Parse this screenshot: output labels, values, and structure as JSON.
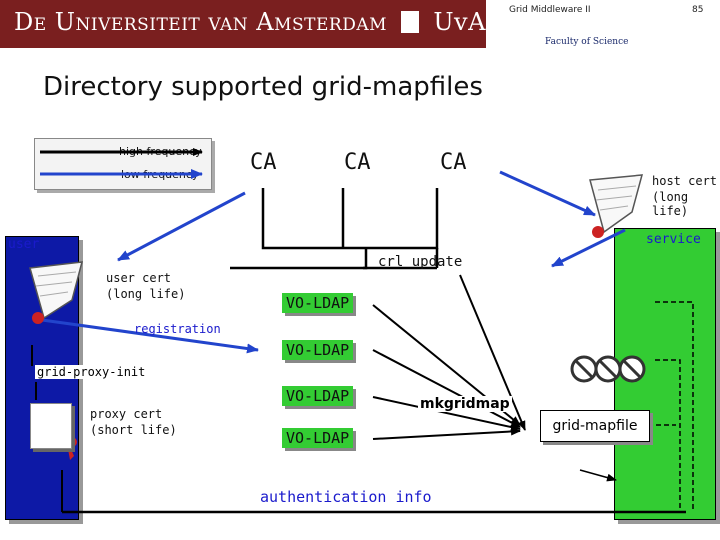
{
  "header": {
    "institution": "De Universiteit van Amsterdam",
    "logo_text": "UvA",
    "course": "Grid Middleware II",
    "page_number": "85",
    "faculty": "Faculty of Science"
  },
  "title": "Directory supported grid-mapfiles",
  "legend": {
    "high": "high frequency",
    "low": "low frequency"
  },
  "ca_labels": [
    "CA",
    "CA",
    "CA"
  ],
  "user": {
    "label": "user",
    "cert": [
      "user cert",
      "(long life)"
    ],
    "registration": "registration",
    "grid_proxy_init": "grid-proxy-init",
    "proxy_cert": [
      "proxy cert",
      "(short life)"
    ]
  },
  "service": {
    "label": "service",
    "host_cert": [
      "host cert",
      "(long life)"
    ],
    "gridmapfile": "grid-mapfile"
  },
  "crl_update": "crl update",
  "vo_ldap": [
    "VO-LDAP",
    "VO-LDAP",
    "VO-LDAP",
    "VO-LDAP"
  ],
  "mkgridmap": "mkgridmap",
  "auth_info": "authentication info",
  "colors": {
    "banner": "#7a1f1f",
    "user_panel": "#0d19a6",
    "service_panel": "#33cc33",
    "low_freq_arrow": "#2244cc",
    "high_freq_arrow": "#000000"
  }
}
